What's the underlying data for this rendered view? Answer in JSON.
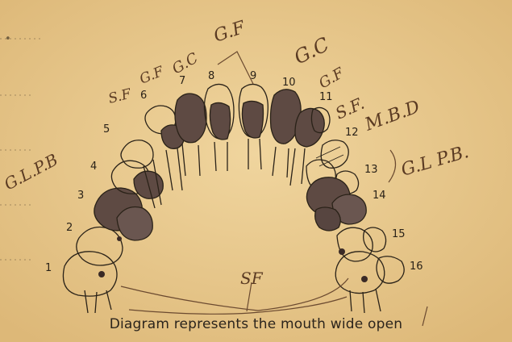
{
  "caption": "Diagram represents the mouth wide open",
  "tooth_numbers": [
    "1",
    "2",
    "3",
    "4",
    "5",
    "6",
    "7",
    "8",
    "9",
    "10",
    "11",
    "12",
    "13",
    "14",
    "15",
    "16"
  ],
  "annotations": {
    "top_left": "S.F",
    "a1": "G.F",
    "a2": "G.C",
    "a3": "G.F",
    "a4": "G.C",
    "a5": "G.F",
    "a6": "S.F.",
    "a7": "M.B.D",
    "left_gpb": "G.L.P.B",
    "right_gpb": "G.L P.B.",
    "center": "SF"
  },
  "colors": {
    "paper": "#e9c98c",
    "ink": "#2a2218",
    "filled_tooth": "#5e4a43",
    "handwriting": "#5a3a22"
  }
}
